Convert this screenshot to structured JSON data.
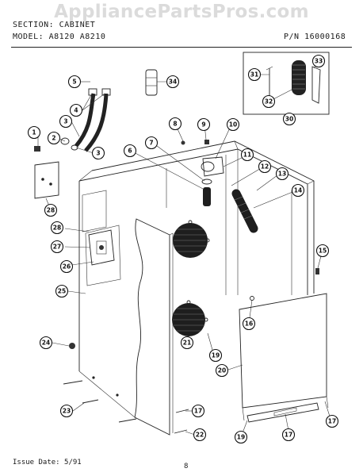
{
  "watermark": "AppliancePartsPros.com",
  "header": {
    "section": "SECTION: CABINET",
    "model": "MODEL: A8120  A8210",
    "part_number": "P/N 16000168"
  },
  "footer": {
    "issue_date": "Issue Date: 5/91",
    "page_number": "8"
  },
  "callouts": [
    "1",
    "2",
    "3",
    "3",
    "4",
    "5",
    "6",
    "7",
    "8",
    "9",
    "10",
    "11",
    "12",
    "13",
    "14",
    "15",
    "16",
    "17",
    "17",
    "19",
    "19",
    "20",
    "21",
    "22",
    "23",
    "24",
    "25",
    "26",
    "27",
    "28",
    "28",
    "30",
    "31",
    "32",
    "33",
    "34"
  ]
}
